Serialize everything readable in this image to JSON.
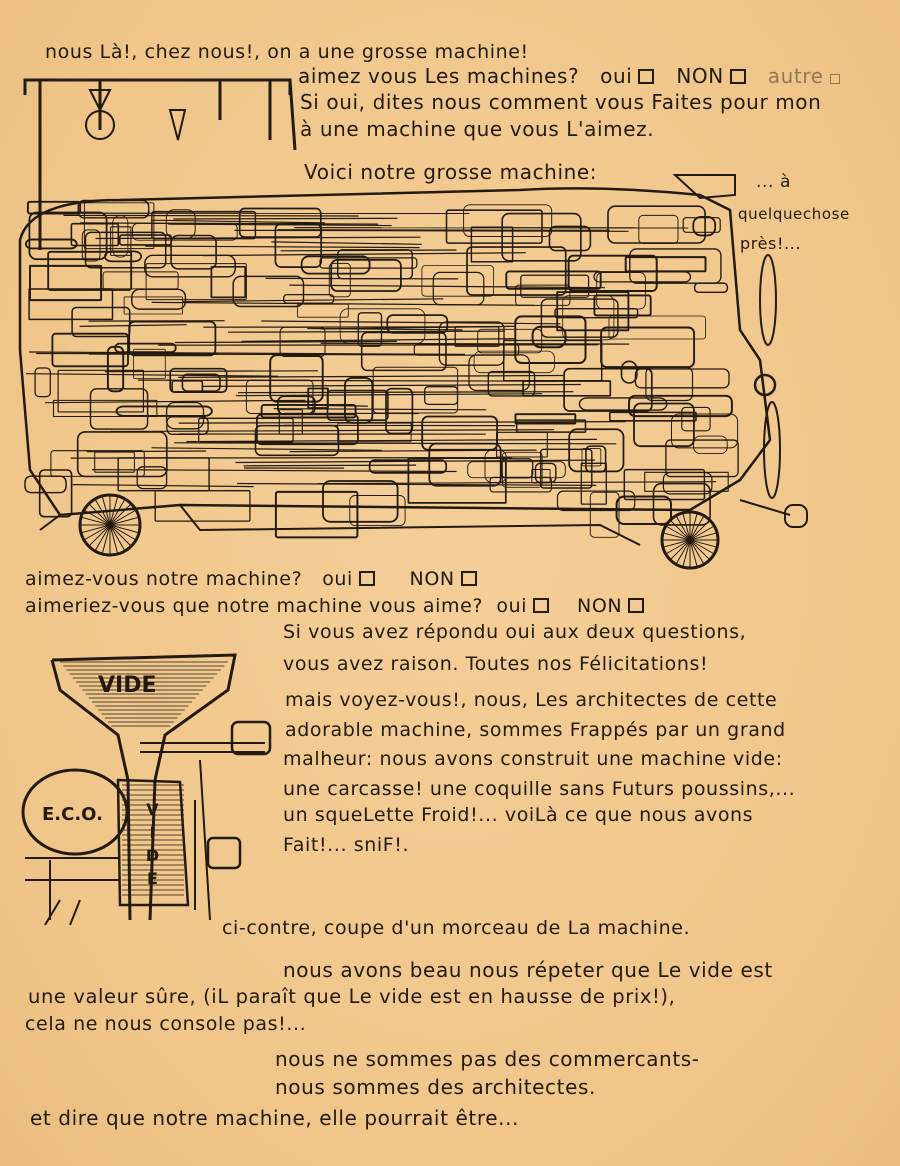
{
  "intro": {
    "line1": "nous Là!, chez nous!, on a une grosse machine!",
    "q1": "aimez vous Les machines?",
    "q1_opt_yes": "oui",
    "q1_opt_no": "NON",
    "q1_opt_other": "autre",
    "line3": "Si oui, dites nous comment vous Faites pour mon",
    "line4": "à une machine que vous L'aimez.",
    "voici": "Voici notre grosse machine:",
    "aside1": "... à",
    "aside2": "quelquechose",
    "aside3": "près!..."
  },
  "questions": {
    "q2": "aimez-vous notre machine?",
    "q2_yes": "oui",
    "q2_no": "NON",
    "q3": "aimeriez-vous que notre machine vous aime?",
    "q3_yes": "oui",
    "q3_no": "NON"
  },
  "paragraph": [
    "Si vous avez répondu oui aux deux questions,",
    "vous avez raison. Toutes nos Félicitations!",
    "mais voyez-vous!, nous, Les architectes de cette",
    "adorable machine, sommes Frappés par un grand",
    "malheur: nous avons construit une machine vide:",
    "une carcasse! une coquille sans Futurs poussins,...",
    "un squeLette Froid!... voiLà ce que nous avons",
    "Fait!... sniF!."
  ],
  "section_drawing": {
    "caption": "ci-contre, coupe d'un morceau de La machine.",
    "label_top": "VIDE",
    "label_left": "E.C.O.",
    "label_vertical": "VIDE"
  },
  "closing": [
    "nous avons beau nous répeter que Le vide est",
    "une valeur sûre, (iL paraît que Le vide est en hausse de prix!),",
    "cela ne nous console pas!...",
    "nous ne sommes pas des commercants-",
    "nous sommes des architectes.",
    "et dire que notre machine, elle pourrait être..."
  ],
  "colors": {
    "paper": "#f1c98f",
    "ink": "#231a10"
  }
}
